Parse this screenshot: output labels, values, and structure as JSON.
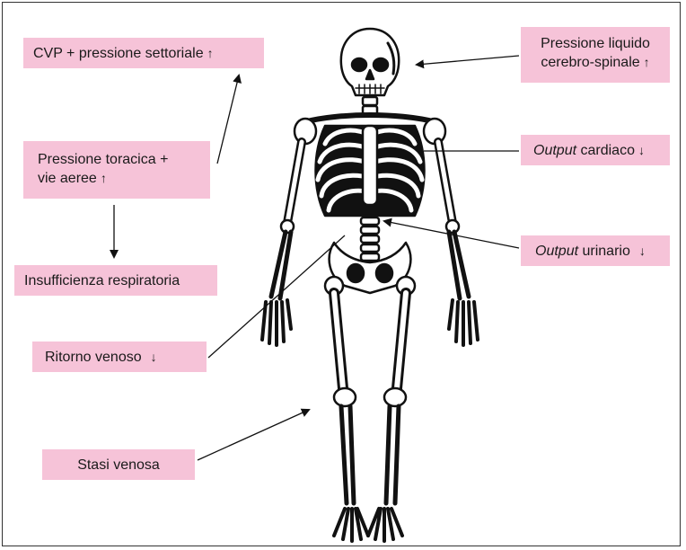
{
  "labels": {
    "cvp": {
      "text": "CVP + pressione settoriale",
      "arrow": "↑"
    },
    "toracica": {
      "line1": "Pressione toracica +",
      "line2": "vie aeree",
      "arrow": "↑"
    },
    "insufficienza": {
      "text": "Insufficienza respiratoria"
    },
    "ritorno": {
      "text": "Ritorno venoso",
      "arrow": "↓"
    },
    "stasi": {
      "text": "Stasi venosa"
    },
    "liquido": {
      "line1": "Pressione liquido",
      "line2": "cerebro-spinale",
      "arrow": "↑"
    },
    "cardiaco": {
      "italic": "Output",
      "rest": "cardiaco",
      "arrow": "↓"
    },
    "urinario": {
      "italic": "Output",
      "rest": "urinario",
      "arrow": "↓"
    }
  },
  "colors": {
    "label_bg": "#f6c3d8",
    "line": "#111111"
  },
  "image": {
    "subject": "skeleton-illustration"
  }
}
